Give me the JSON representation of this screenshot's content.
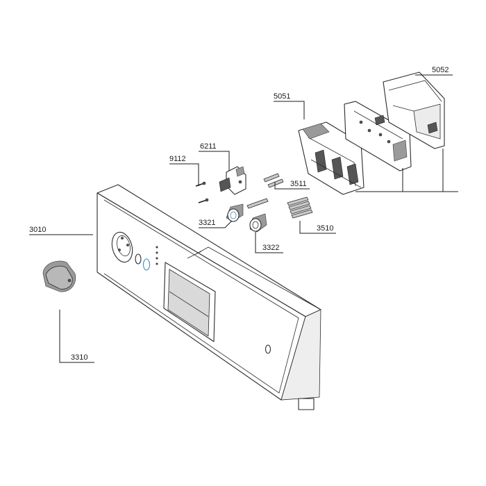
{
  "diagram": {
    "labels": {
      "p5052": "5052",
      "p5051": "5051",
      "p6211": "6211",
      "p9112": "9112",
      "p3511": "3511",
      "p3321": "3321",
      "p3510": "3510",
      "p3010": "3010",
      "p3322": "3322",
      "p3310": "3310"
    }
  }
}
